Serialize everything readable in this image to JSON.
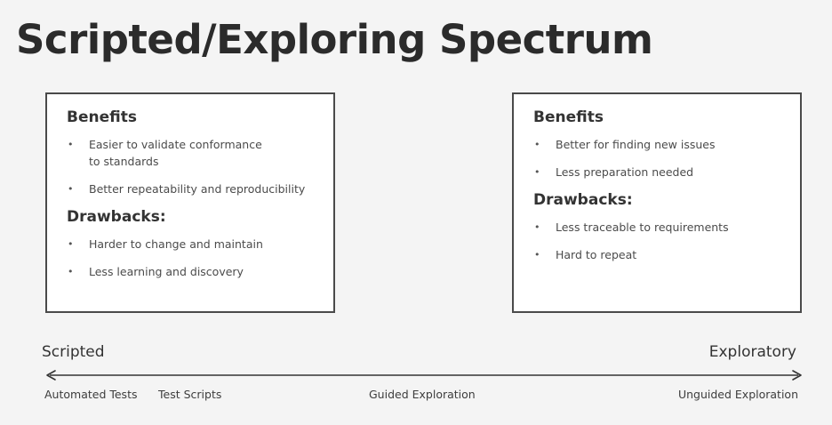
{
  "title": "Scripted/Exploring Spectrum",
  "left_box": {
    "benefits_heading": "Benefits",
    "benefits": [
      "Easier to validate conformance to standards",
      "Better repeatability and reproducibility"
    ],
    "drawbacks_heading": "Drawbacks:",
    "drawbacks": [
      "Harder to change and maintain",
      "Less learning and discovery"
    ]
  },
  "right_box": {
    "benefits_heading": "Benefits",
    "benefits": [
      "Better for finding new issues",
      "Less preparation needed"
    ],
    "drawbacks_heading": "Drawbacks:",
    "drawbacks": [
      "Less traceable to requirements",
      "Hard to repeat"
    ]
  },
  "spectrum": {
    "left_end": "Scripted",
    "right_end": "Exploratory",
    "ticks": [
      "Automated Tests",
      "Test Scripts",
      "Guided Exploration",
      "Unguided Exploration"
    ],
    "line_color": "#333333"
  },
  "bullet_char": "•"
}
